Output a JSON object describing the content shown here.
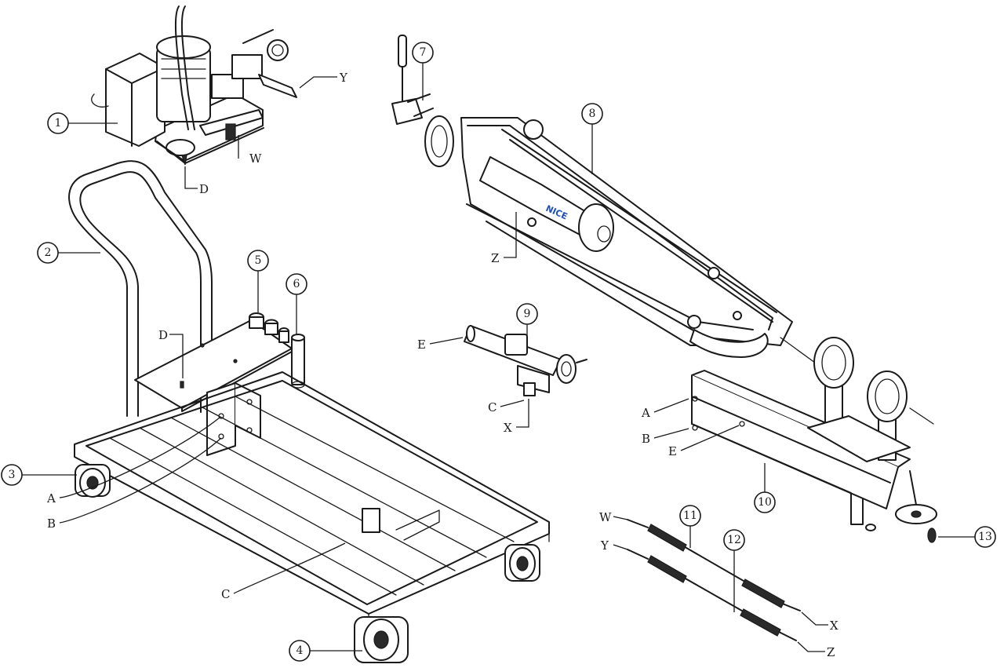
{
  "callouts": {
    "n1": "1",
    "n2": "2",
    "n3": "3",
    "n4": "4",
    "n5": "5",
    "n6": "6",
    "n7": "7",
    "n8": "8",
    "n9": "9",
    "n10": "10",
    "n11": "11",
    "n12": "12",
    "n13": "13"
  },
  "connection_labels": {
    "pump_y": "Y",
    "pump_w": "W",
    "pump_d": "D",
    "plate_d": "D",
    "cart_a": "A",
    "cart_b": "B",
    "cart_c": "C",
    "cyl_z": "Z",
    "valve_e": "E",
    "valve_c": "C",
    "valve_x": "X",
    "rail_a": "A",
    "rail_b": "B",
    "rail_e": "E",
    "hose_w": "W",
    "hose_y": "Y",
    "hose_x": "X",
    "hose_z": "Z"
  },
  "brand_logo": "NICE",
  "colors": {
    "line": "#1a1a1a",
    "background": "#ffffff",
    "logo": "#1f4fb8"
  }
}
